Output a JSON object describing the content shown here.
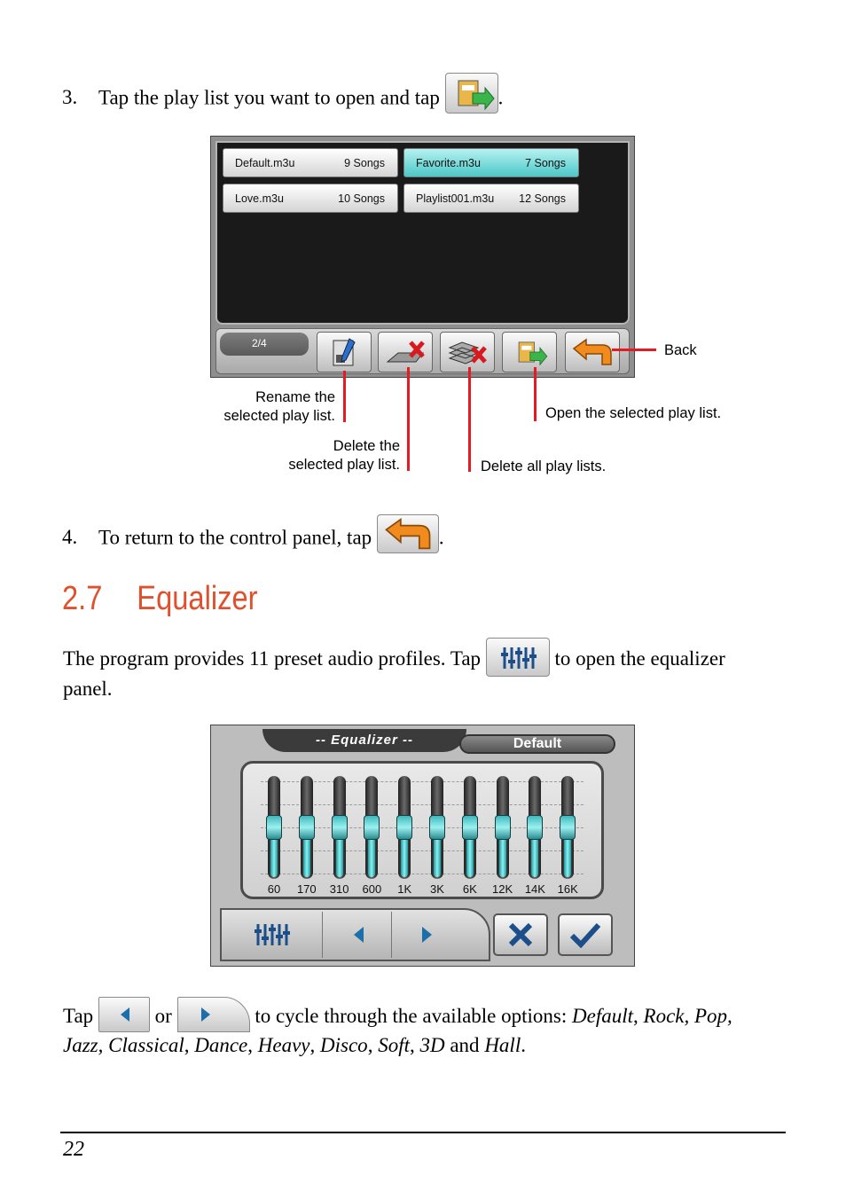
{
  "step3": {
    "number": "3.",
    "text": "Tap the play list you want to open and tap",
    "end": "."
  },
  "playlist_screen": {
    "items": [
      {
        "name": "Default.m3u",
        "songs": "9 Songs",
        "selected": false
      },
      {
        "name": "Favorite.m3u",
        "songs": "7 Songs",
        "selected": true
      },
      {
        "name": "Love.m3u",
        "songs": "10 Songs",
        "selected": false
      },
      {
        "name": "Playlist001.m3u",
        "songs": "12 Songs",
        "selected": false
      }
    ],
    "page_indicator": "2/4"
  },
  "annotations": {
    "back": "Back",
    "rename_1": "Rename the",
    "rename_2": "selected play list.",
    "delete_1": "Delete the",
    "delete_2": "selected play list.",
    "open": "Open the selected play list.",
    "delete_all": "Delete all play lists."
  },
  "step4": {
    "number": "4.",
    "text": "To return to the control panel, tap",
    "end": "."
  },
  "section": {
    "number": "2.7",
    "title": "Equalizer"
  },
  "para1": {
    "before": "The program provides 11 preset audio profiles. Tap",
    "after": "to open the equalizer",
    "line2": "panel."
  },
  "equalizer_screen": {
    "title": "-- Equalizer --",
    "preset": "Default",
    "bands": [
      "60",
      "170",
      "310",
      "600",
      "1K",
      "3K",
      "6K",
      "12K",
      "14K",
      "16K"
    ],
    "band_levels": [
      0.5,
      0.5,
      0.5,
      0.5,
      0.5,
      0.5,
      0.5,
      0.5,
      0.5,
      0.5
    ]
  },
  "para2": {
    "tap": "Tap",
    "or": "or",
    "rest": "to cycle through the available options:",
    "opt_default": "Default",
    "opt_rock_pop": "Rock, Pop,",
    "opt_jazz_classical": "Jazz, Classical",
    "opt_dance": "Dance",
    "opt_heavy": "Heavy",
    "opt_disco": "Disco",
    "opt_soft": "Soft",
    "opt_3d": "3D",
    "and": "and",
    "opt_hall": "Hall",
    "comma": ",",
    "period": "."
  },
  "footer": {
    "page_number": "22"
  },
  "colors": {
    "heading": "#e0502c",
    "callout_line": "#e31b23",
    "selected_item": "#4cc7c8"
  }
}
